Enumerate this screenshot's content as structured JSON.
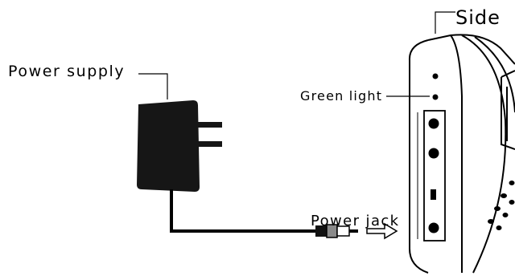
{
  "labels": {
    "side": "Side",
    "power_supply": "Power supply",
    "green_light": "Green light",
    "power_jack": "Power jack"
  },
  "colors": {
    "ink": "#000000",
    "adapter_body": "#161616",
    "plug_grey": "#8a8a8a",
    "background": "#ffffff"
  },
  "icons": {
    "flow_arrow": "hollow-right-arrow"
  }
}
